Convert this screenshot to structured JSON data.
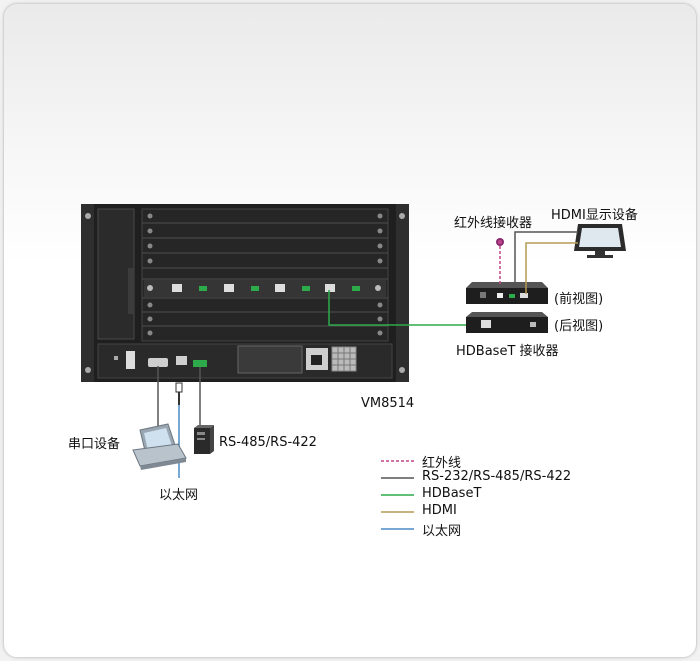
{
  "labels": {
    "ir_receiver": "红外线接收器",
    "hdmi_display": "HDMI显示设备",
    "front_view": "(前视图)",
    "rear_view": "(后视图)",
    "hdbaset_receiver": "HDBaseT 接收器",
    "model": "VM8514",
    "serial_device": "串口设备",
    "rs485_device": "RS-485/RS-422",
    "ethernet": "以太网"
  },
  "legend": [
    {
      "label": "红外线",
      "color": "#c0468c",
      "style": "dashed"
    },
    {
      "label": "RS-232/RS-485/RS-422",
      "color": "#555555",
      "style": "solid"
    },
    {
      "label": "HDBaseT",
      "color": "#2daa4a",
      "style": "solid"
    },
    {
      "label": "HDMI",
      "color": "#b59a55",
      "style": "solid"
    },
    {
      "label": "以太网",
      "color": "#4a8cc7",
      "style": "solid"
    }
  ]
}
